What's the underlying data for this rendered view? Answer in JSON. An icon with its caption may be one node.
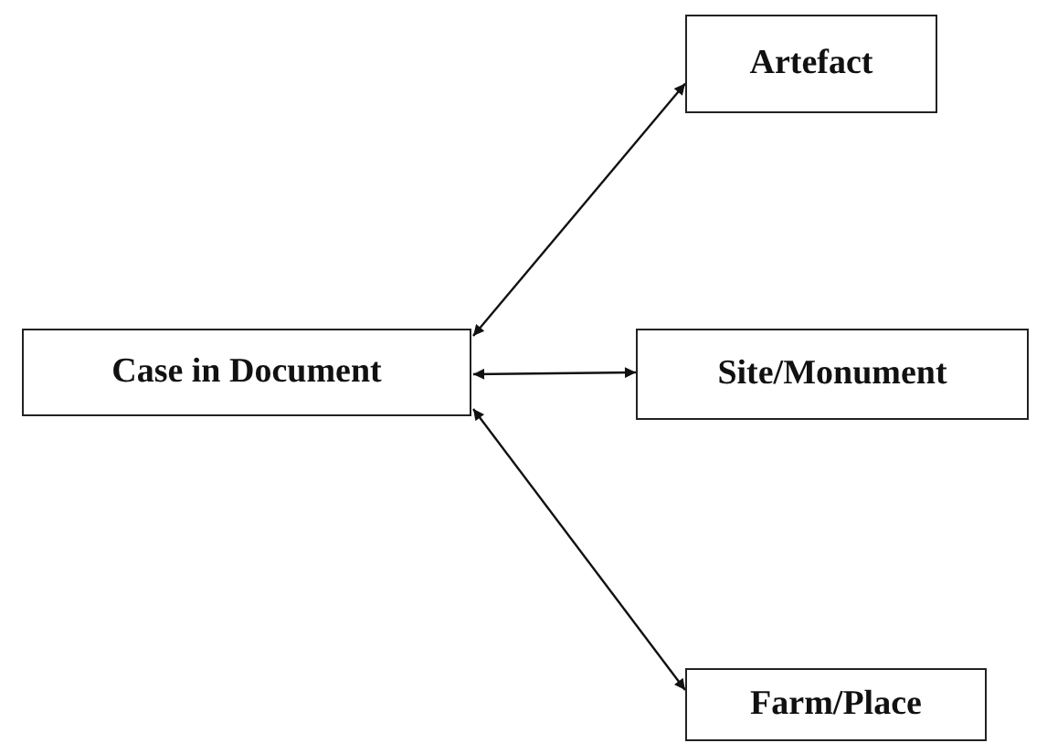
{
  "diagram": {
    "nodes": [
      {
        "text": [
          "Case in Document"
        ]
      },
      {
        "text": [
          "Artefact"
        ]
      },
      {
        "text": [
          "Site/Monument"
        ]
      },
      {
        "text": [
          "Farm/Place"
        ]
      }
    ],
    "edges": [
      {
        "from": 0,
        "to": 1,
        "arrow": "both"
      },
      {
        "from": 0,
        "to": 2,
        "arrow": "both"
      },
      {
        "from": 0,
        "to": 3,
        "arrow": "both"
      }
    ]
  }
}
